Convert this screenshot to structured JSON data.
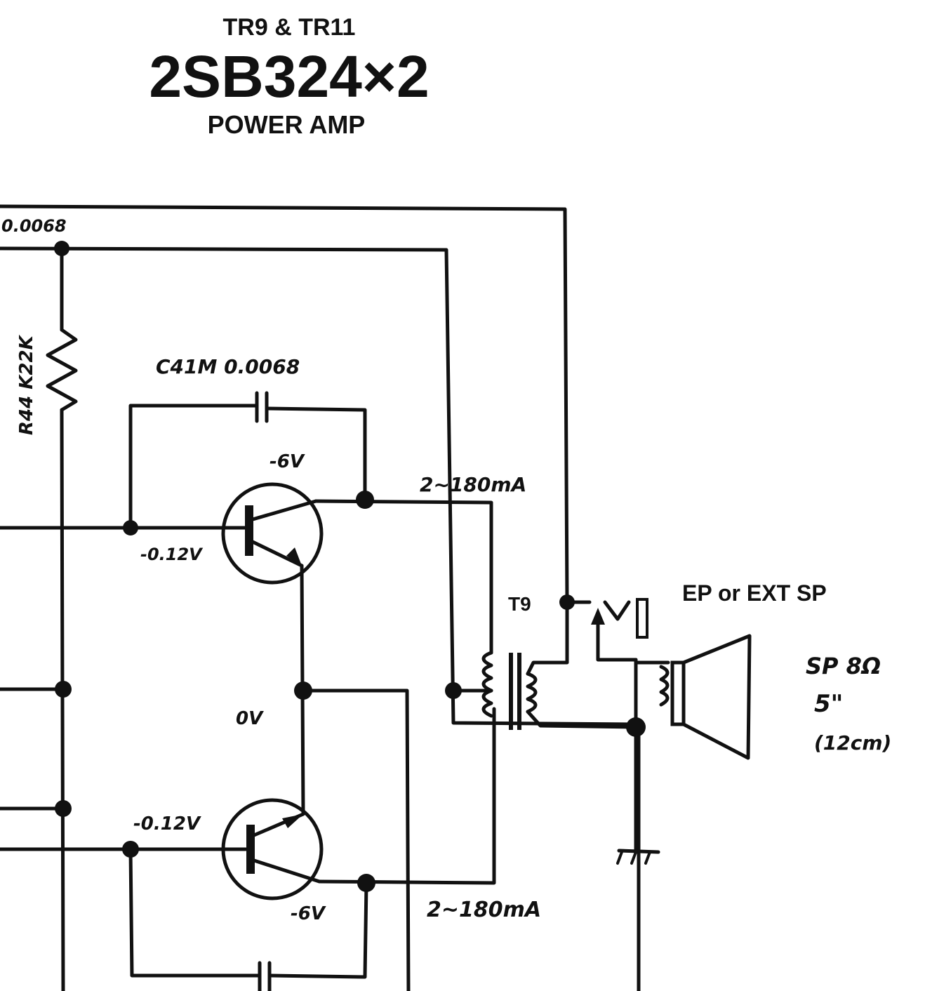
{
  "title": {
    "line1": "TR9 & TR11",
    "line2": "2SB324×2",
    "line3": "POWER AMP"
  },
  "labels": {
    "cap_top": "0.0068",
    "r_feedback": "R44 K22K",
    "cap_feedback": "C41M 0.0068",
    "tr_top_collector_v": "-6V",
    "tr_top_base_v": "-0.12V",
    "current_top": "2~180mA",
    "center_v": "0V",
    "tr_bottom_base_v": "-0.12V",
    "tr_bottom_collector_v": "-6V",
    "current_bottom": "2~180mA",
    "transformer": "T9",
    "jack": "EP or EXT SP",
    "speaker_line1": "SP  8Ω",
    "speaker_line2": "5\"",
    "speaker_line3": "(12cm)"
  },
  "colors": {
    "ink": "#111111",
    "paper": "#ffffff"
  }
}
